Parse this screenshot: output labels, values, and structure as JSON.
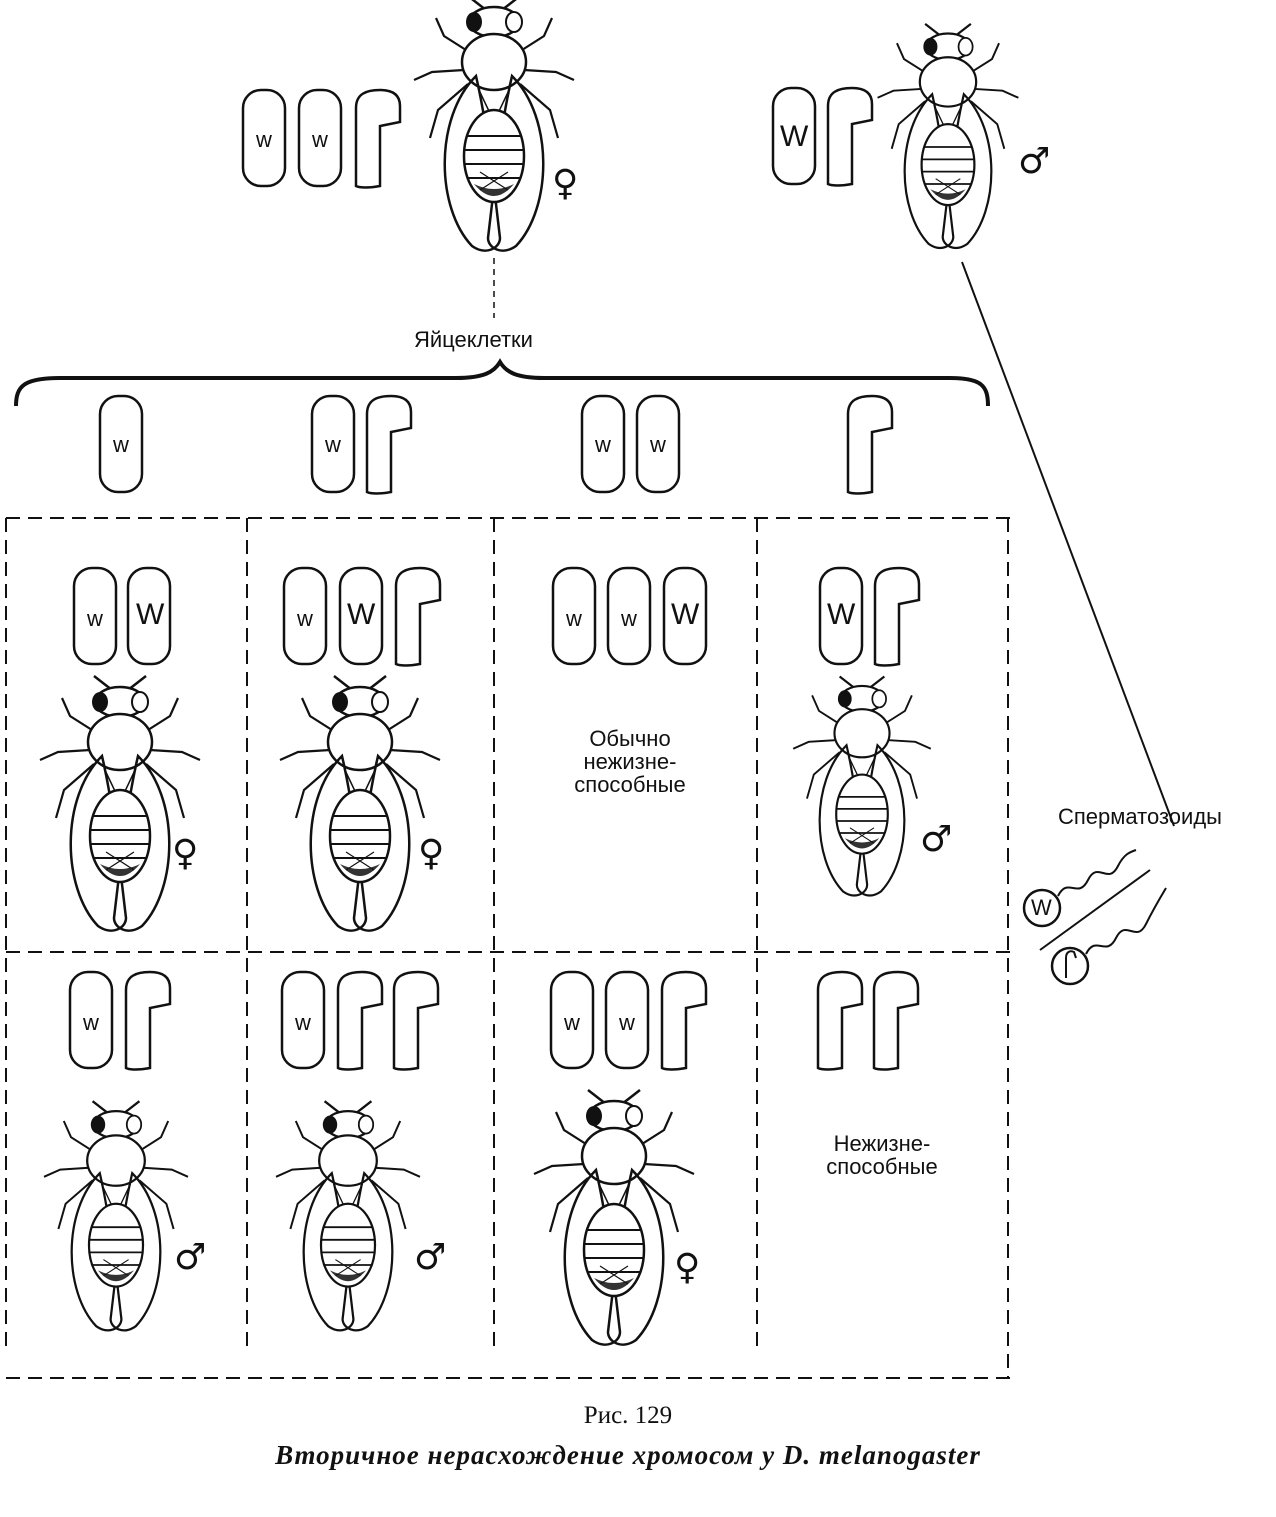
{
  "labels": {
    "eggs": "Яйцеклетки",
    "sperm": "Сперматозоиды",
    "usually_nonviable": [
      "Обычно",
      "нежизне-",
      "способные"
    ],
    "nonviable": [
      "Нежизне-",
      "способные"
    ]
  },
  "symbols": {
    "female": "♀",
    "male": "♂"
  },
  "chromosome_letters": {
    "small": "w",
    "big": "W"
  },
  "caption": {
    "figure": "Рис. 129",
    "title": "Вторичное нерасхождение хромосом у D. melanogaster"
  }
}
